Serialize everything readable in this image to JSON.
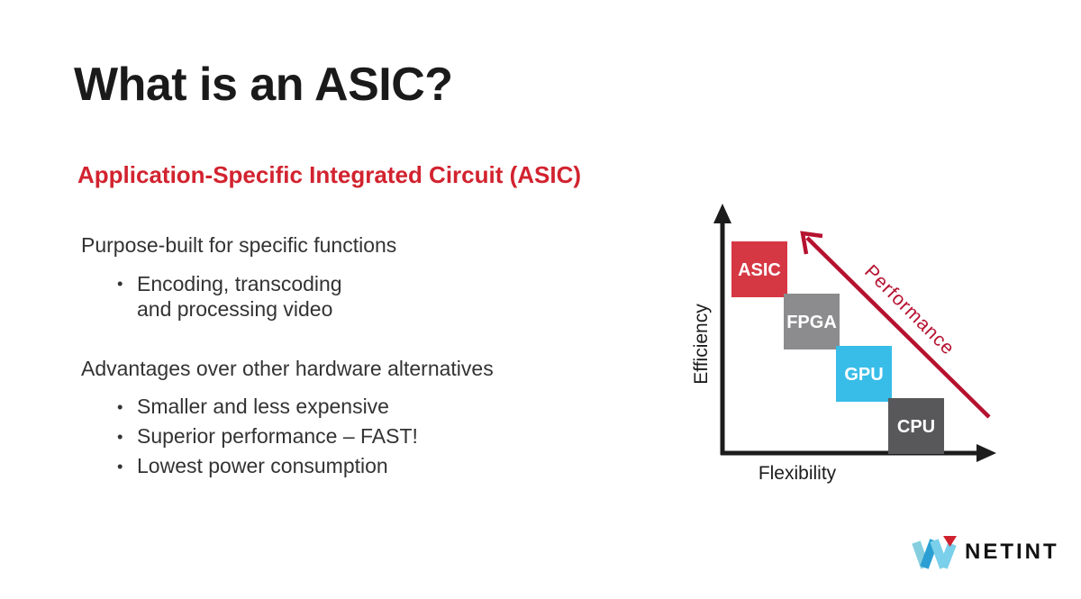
{
  "slide": {
    "title": "What is an ASIC?",
    "subtitle": "Application-Specific Integrated Circuit (ASIC)",
    "sections": [
      {
        "heading": "Purpose-built for specific functions",
        "bullets": [
          "Encoding, transcoding\nand processing video"
        ]
      },
      {
        "heading": "Advantages over other hardware alternatives",
        "bullets": [
          "Smaller and less expensive",
          "Superior performance – FAST!",
          "Lowest power consumption"
        ]
      }
    ]
  },
  "diagram": {
    "y_axis_label": "Efficiency",
    "x_axis_label": "Flexibility",
    "arrow_label": "Performance",
    "arrow_color": "#b5122f",
    "axis_color": "#1c1c1c",
    "boxes": [
      {
        "label": "ASIC",
        "color": "#d53843",
        "efficiency_rank": 4,
        "flexibility_rank": 1
      },
      {
        "label": "FPGA",
        "color": "#8c8c8e",
        "efficiency_rank": 3,
        "flexibility_rank": 2
      },
      {
        "label": "GPU",
        "color": "#38bde8",
        "efficiency_rank": 2,
        "flexibility_rank": 3
      },
      {
        "label": "CPU",
        "color": "#58585a",
        "efficiency_rank": 1,
        "flexibility_rank": 4
      }
    ]
  },
  "footer": {
    "brand": "NETINT",
    "logo_colors": {
      "light_blue": "#85cedf",
      "blue": "#2b9fd3",
      "cyan": "#7ad0ea",
      "red": "#d0212f"
    }
  },
  "colors": {
    "background": "#ffffff",
    "title_text": "#1a1a1a",
    "subtitle_red": "#d2232f",
    "body_text": "#333333"
  }
}
